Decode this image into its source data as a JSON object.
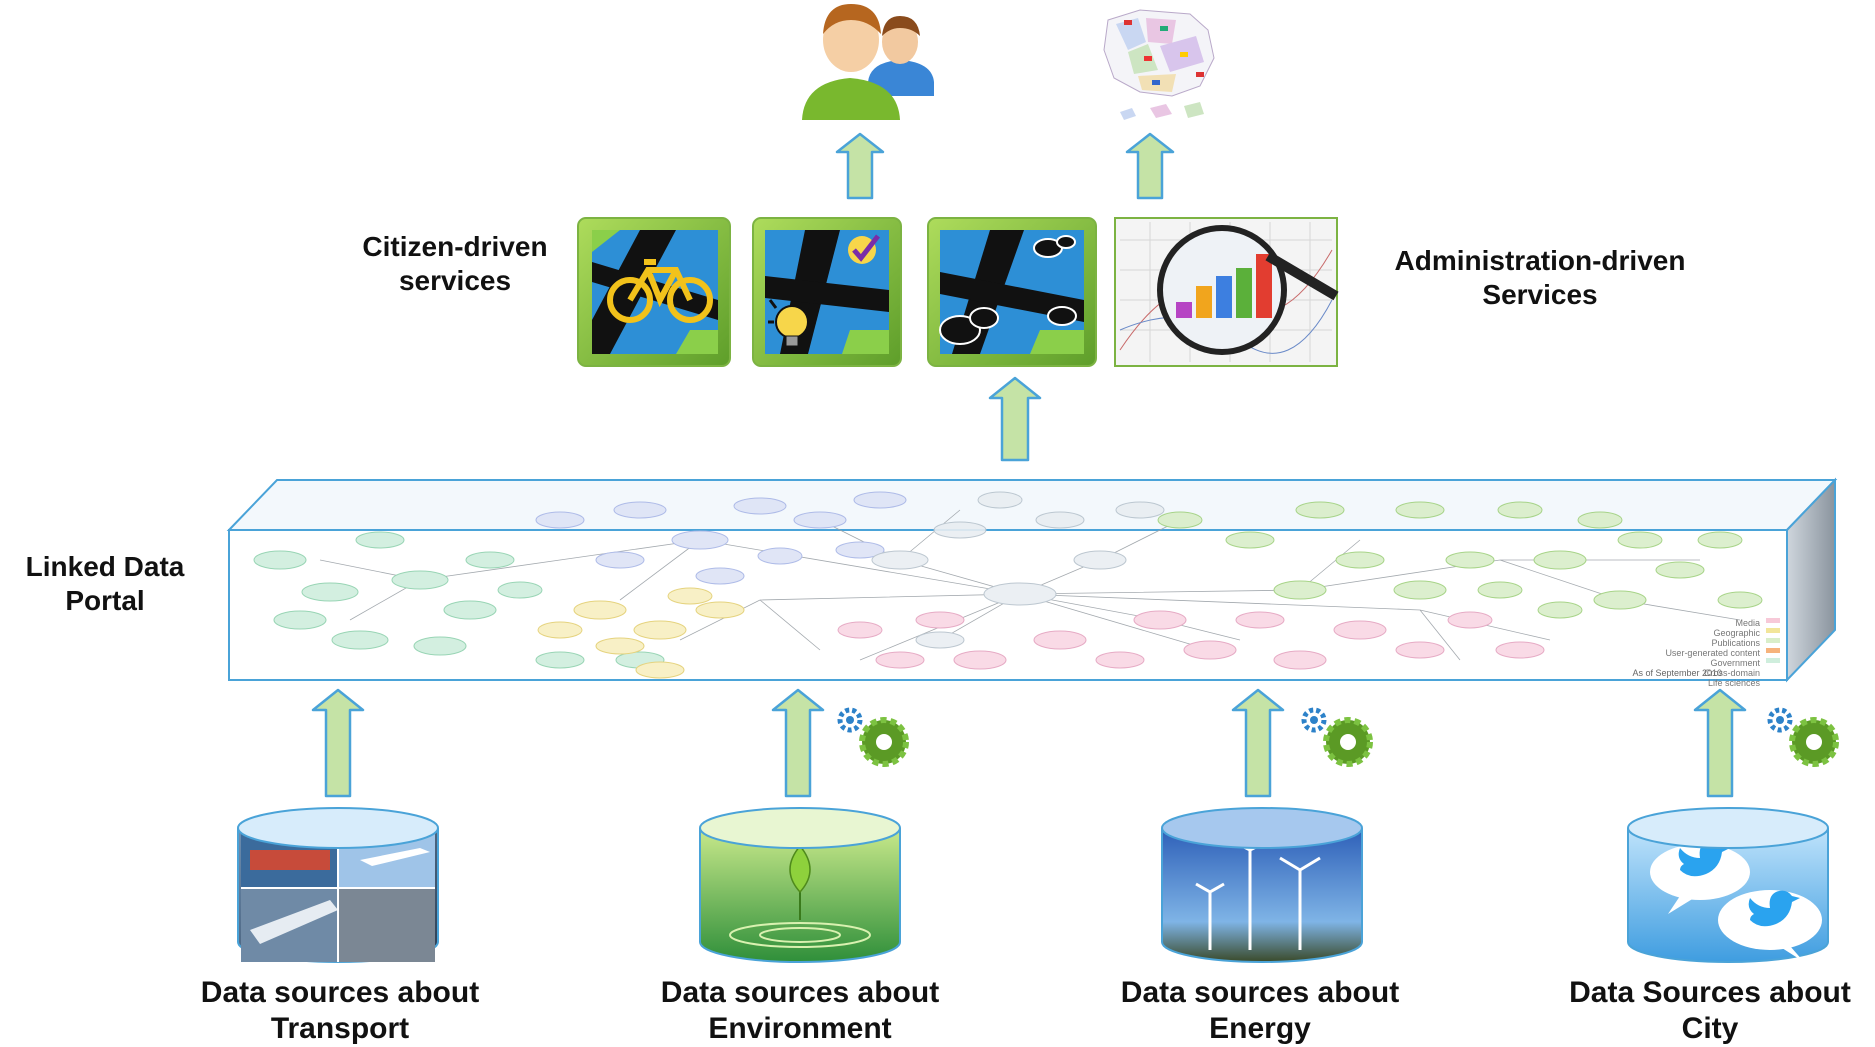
{
  "labels": {
    "citizen": [
      "Citizen-driven",
      "services"
    ],
    "administration": [
      "Administration-driven",
      "Services"
    ],
    "portal": [
      "Linked Data",
      "Portal"
    ],
    "sources": [
      [
        "Data sources about",
        "Transport"
      ],
      [
        "Data sources about",
        "Environment"
      ],
      [
        "Data sources about",
        "Energy"
      ],
      [
        "Data Sources about",
        "City"
      ]
    ]
  },
  "cloud_legend": [
    "Media",
    "Geographic",
    "Publications",
    "User-generated content",
    "Government",
    "Cross-domain",
    "Life sciences"
  ],
  "cloud_caption": "As of September 2010",
  "colors": {
    "arrow_fill": "#c5e3a6",
    "arrow_stroke": "#4aa3d8",
    "tile_border": "#7cb342",
    "box_edge": "#4aa3d8"
  }
}
